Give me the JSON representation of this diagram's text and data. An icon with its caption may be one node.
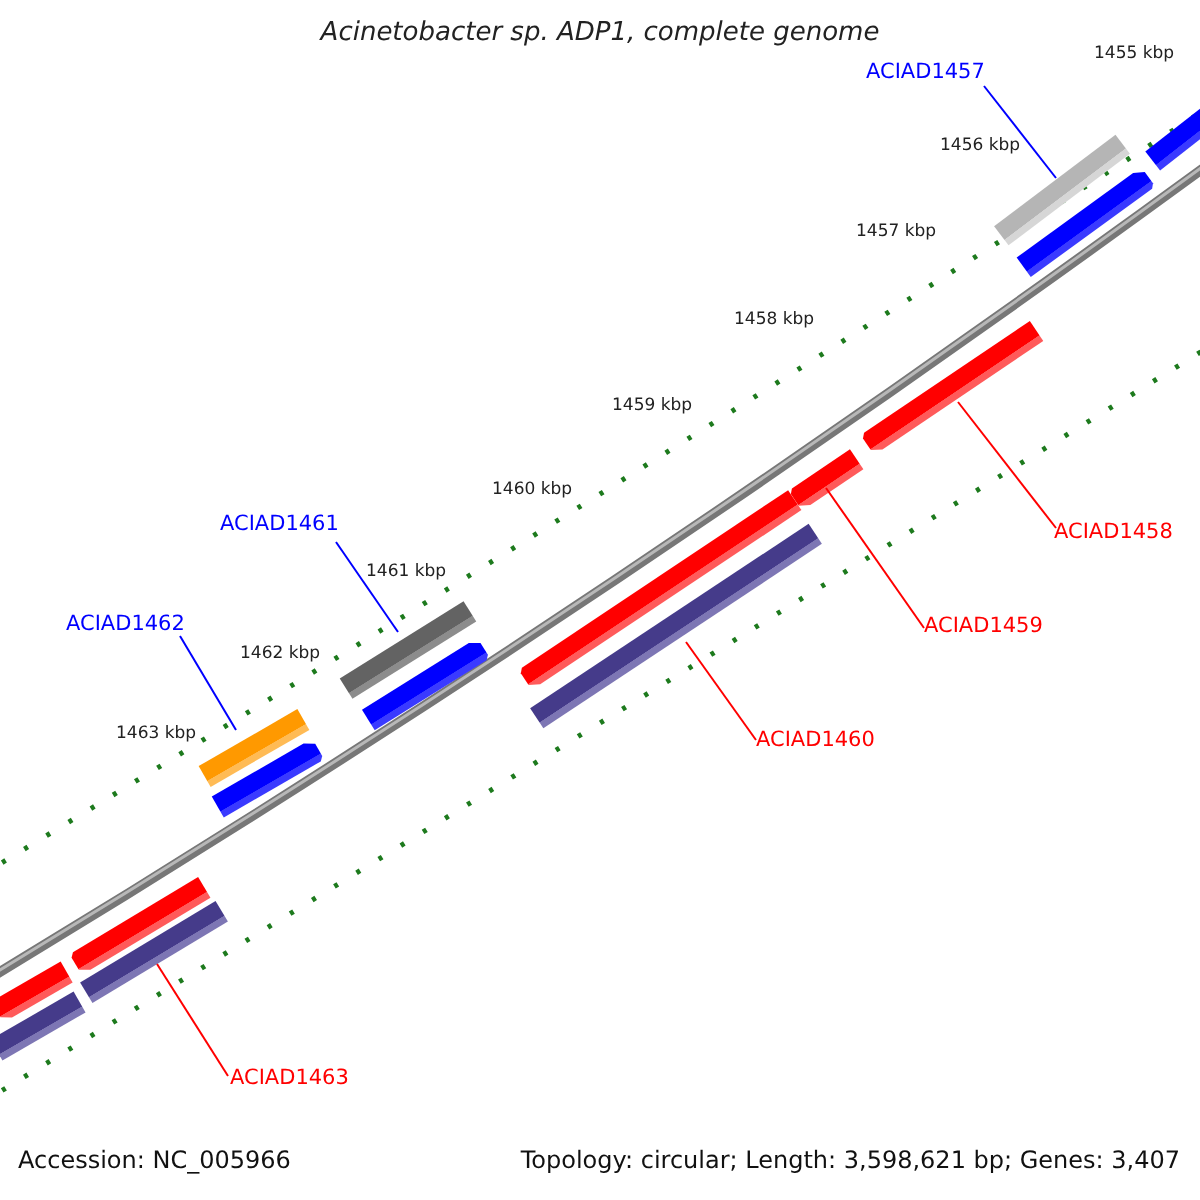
{
  "diagram": {
    "title": "Acinetobacter sp. ADP1, complete genome",
    "nodes": [
      {
        "text": [
          "ACIAD1457"
        ]
      },
      {
        "text": [
          "ACIAD1461"
        ]
      },
      {
        "text": [
          "ACIAD1458"
        ]
      },
      {
        "text": [
          "ACIAD1462"
        ]
      },
      {
        "text": [
          "ACIAD1459"
        ]
      },
      {
        "text": [
          "ACIAD1460"
        ]
      },
      {
        "text": [
          "ACIAD1463"
        ]
      },
      {
        "text": [],
        "shape": "bar"
      },
      {
        "text": [],
        "shape": "bar"
      },
      {
        "text": [],
        "shape": "bar"
      },
      {
        "text": [],
        "shape": "bar"
      },
      {
        "text": [],
        "shape": "bar"
      },
      {
        "text": [],
        "shape": "bar"
      },
      {
        "text": [],
        "shape": "bar"
      },
      {
        "text": [],
        "shape": "bar"
      },
      {
        "text": [],
        "shape": "bar"
      },
      {
        "text": [],
        "shape": "bar"
      },
      {
        "text": [],
        "shape": "bar"
      },
      {
        "text": [],
        "shape": "bar"
      },
      {
        "text": [],
        "shape": "bar"
      },
      {
        "text": [],
        "shape": "bar"
      },
      {
        "text": [],
        "shape": "bar"
      }
    ],
    "edges": [
      {
        "from": 0,
        "to": 8,
        "arrow": "none",
        "color": "#0000ff"
      },
      {
        "from": 1,
        "to": 14,
        "arrow": "none",
        "color": "#0000ff"
      },
      {
        "from": 2,
        "to": 10,
        "arrow": "none"
      },
      {
        "from": 3,
        "to": 16,
        "arrow": "none",
        "color": "#0000ff"
      },
      {
        "from": 4,
        "to": 11,
        "arrow": "none"
      },
      {
        "from": 5,
        "to": 13,
        "arrow": "none"
      },
      {
        "from": 6,
        "to": 19,
        "arrow": "none"
      }
    ],
    "labels": [
      "1455 kbp",
      "1456 kbp",
      "1457 kbp",
      "1458 kbp",
      "1459 kbp",
      "1460 kbp",
      "1461 kbp",
      "1462 kbp",
      "1463 kbp",
      "Accession: NC_005966",
      "Topology: circular; Length: 3,598,621 bp; Genes: 3,407"
    ]
  }
}
